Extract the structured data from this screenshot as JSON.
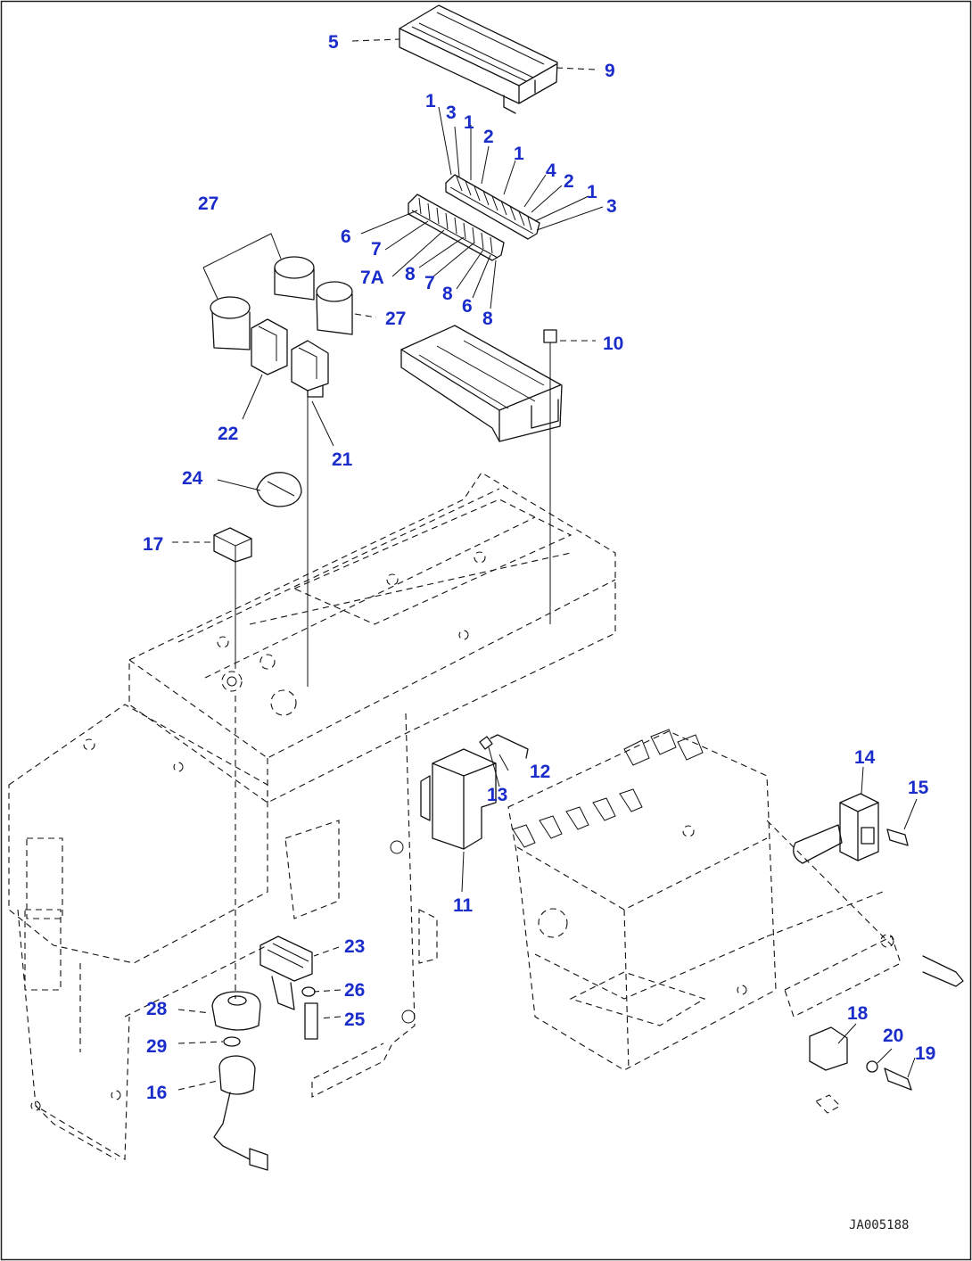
{
  "drawing_code": "JA005188",
  "callouts": [
    {
      "id": "c-5",
      "label": "5"
    },
    {
      "id": "c-9",
      "label": "9"
    },
    {
      "id": "c-1a",
      "label": "1"
    },
    {
      "id": "c-3a",
      "label": "3"
    },
    {
      "id": "c-1b",
      "label": "1"
    },
    {
      "id": "c-2a",
      "label": "2"
    },
    {
      "id": "c-1c",
      "label": "1"
    },
    {
      "id": "c-4",
      "label": "4"
    },
    {
      "id": "c-2b",
      "label": "2"
    },
    {
      "id": "c-1d",
      "label": "1"
    },
    {
      "id": "c-3b",
      "label": "3"
    },
    {
      "id": "c-27a",
      "label": "27"
    },
    {
      "id": "c-6a",
      "label": "6"
    },
    {
      "id": "c-7a",
      "label": "7"
    },
    {
      "id": "c-7A",
      "label": "7A"
    },
    {
      "id": "c-8a",
      "label": "8"
    },
    {
      "id": "c-7b",
      "label": "7"
    },
    {
      "id": "c-8b",
      "label": "8"
    },
    {
      "id": "c-6b",
      "label": "6"
    },
    {
      "id": "c-8c",
      "label": "8"
    },
    {
      "id": "c-27b",
      "label": "27"
    },
    {
      "id": "c-10",
      "label": "10"
    },
    {
      "id": "c-22",
      "label": "22"
    },
    {
      "id": "c-21",
      "label": "21"
    },
    {
      "id": "c-24",
      "label": "24"
    },
    {
      "id": "c-17",
      "label": "17"
    },
    {
      "id": "c-14",
      "label": "14"
    },
    {
      "id": "c-15",
      "label": "15"
    },
    {
      "id": "c-12",
      "label": "12"
    },
    {
      "id": "c-13",
      "label": "13"
    },
    {
      "id": "c-11",
      "label": "11"
    },
    {
      "id": "c-23",
      "label": "23"
    },
    {
      "id": "c-26",
      "label": "26"
    },
    {
      "id": "c-25",
      "label": "25"
    },
    {
      "id": "c-28",
      "label": "28"
    },
    {
      "id": "c-29",
      "label": "29"
    },
    {
      "id": "c-16",
      "label": "16"
    },
    {
      "id": "c-18",
      "label": "18"
    },
    {
      "id": "c-20",
      "label": "20"
    },
    {
      "id": "c-19",
      "label": "19"
    }
  ]
}
